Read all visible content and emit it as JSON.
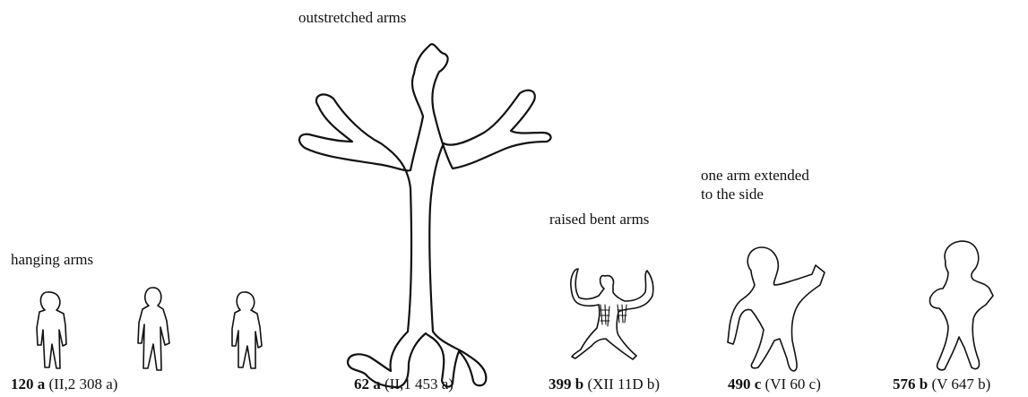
{
  "groups": {
    "hanging": "hanging arms",
    "outstretched": "outstretched arms",
    "raised": "raised bent arms",
    "side_line1": "one arm extended",
    "side_line2": "to the side"
  },
  "captions": [
    {
      "id": "120 a",
      "ref": "(II,2 308 a)"
    },
    {
      "id": "62 a",
      "ref": "(II,1 453 a)"
    },
    {
      "id": "399 b",
      "ref": "(XII 11D b)"
    },
    {
      "id": "490 c",
      "ref": "(VI 60 c)"
    },
    {
      "id": "576 b",
      "ref": "(V 647 b)"
    }
  ]
}
